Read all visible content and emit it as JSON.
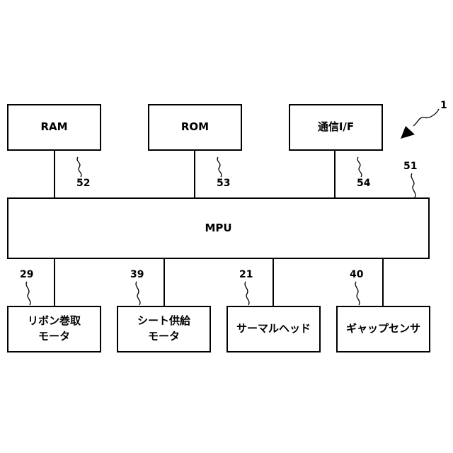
{
  "diagram": {
    "system_ref": "1",
    "top_blocks": [
      {
        "label": "RAM",
        "ref": "52"
      },
      {
        "label": "ROM",
        "ref": "53"
      },
      {
        "label": "通信I/F",
        "ref": "54"
      }
    ],
    "bus": {
      "label": "MPU",
      "ref": "51"
    },
    "bottom_blocks": [
      {
        "label": "リボン巻取\nモータ",
        "ref": "29"
      },
      {
        "label": "シート供給\nモータ",
        "ref": "39"
      },
      {
        "label": "サーマルヘッド",
        "ref": "21"
      },
      {
        "label": "ギャップセンサ",
        "ref": "40"
      }
    ]
  }
}
